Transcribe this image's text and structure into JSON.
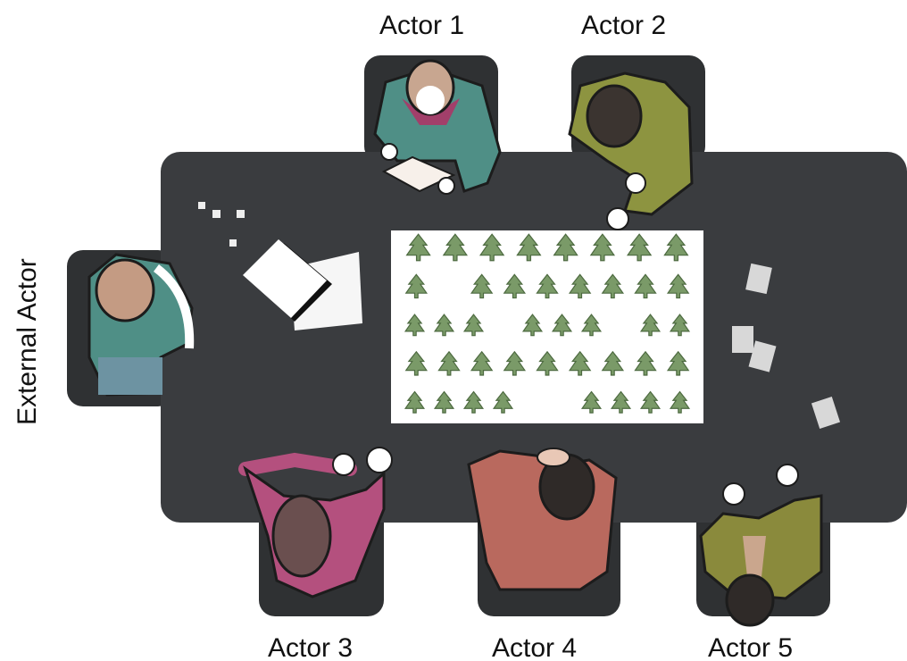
{
  "labels": {
    "actor1": "Actor 1",
    "actor2": "Actor 2",
    "actor3": "Actor 3",
    "actor4": "Actor 4",
    "actor5": "Actor 5",
    "external": "External Actor"
  },
  "board": {
    "rows": [
      [
        1,
        1,
        1,
        1,
        1,
        1,
        1,
        1
      ],
      [
        1,
        0,
        1,
        1,
        1,
        1,
        1,
        1,
        1
      ],
      [
        1,
        1,
        1,
        0,
        1,
        1,
        1,
        0,
        1,
        1
      ],
      [
        1,
        1,
        1,
        1,
        1,
        1,
        1,
        1,
        1
      ],
      [
        1,
        1,
        1,
        1,
        0,
        0,
        1,
        1,
        1,
        1
      ]
    ]
  },
  "colors": {
    "table": "#3a3c3f",
    "board": "#ffffff",
    "tree": "#7a9a68",
    "tree_edge": "#4d6a40",
    "teal": "#4f8f86",
    "olive": "#8d9440",
    "magenta": "#b4507e",
    "brick": "#b9695e",
    "moss": "#8a8a3c"
  }
}
